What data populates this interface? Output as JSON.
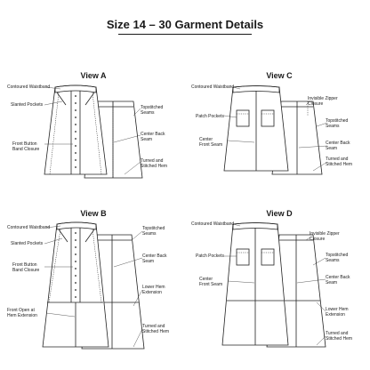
{
  "title": "Size 14 – 30 Garment Details",
  "views": {
    "a": {
      "title": "View A",
      "labels": {
        "waistband": "Contoured Waistband",
        "pockets": "Slanted Pockets",
        "button_band": "Front Button\nBand Closure",
        "topstitch": "Topstitched\nSeams",
        "back_seam": "Center Back\nSeam",
        "hem": "Turned and\nStitched Hem"
      }
    },
    "c": {
      "title": "View C",
      "labels": {
        "waistband": "Contoured Waistband",
        "zipper": "Invisible Zipper\nClosure",
        "pockets": "Patch Pockets",
        "topstitch": "Topstitched\nSeams",
        "front_seam": "Center\nFront Seam",
        "back_seam": "Center Back\nSeam",
        "hem": "Turned and\nStitched Hem"
      }
    },
    "b": {
      "title": "View B",
      "labels": {
        "waistband": "Contoured Waistband",
        "pockets": "Slanted Pockets",
        "topstitch": "Topstitched\nSeams",
        "button_band": "Front Button\nBand Closure",
        "back_seam": "Center Back\nSeam",
        "lower_hem": "Lower Hem\nExtension",
        "front_open": "Front Open at\nHem Extension",
        "hem": "Turned and\nStitched Hem"
      }
    },
    "d": {
      "title": "View D",
      "labels": {
        "waistband": "Contoured Waistband",
        "zipper": "Invisible Zipper\nClosure",
        "pockets": "Patch Pockets",
        "topstitch": "Topstitched\nSeams",
        "front_seam": "Center\nFront Seam",
        "back_seam": "Center Back\nSeam",
        "lower_hem": "Lower Hem\nExtension",
        "hem": "Turned and\nStitched Hem"
      }
    }
  }
}
